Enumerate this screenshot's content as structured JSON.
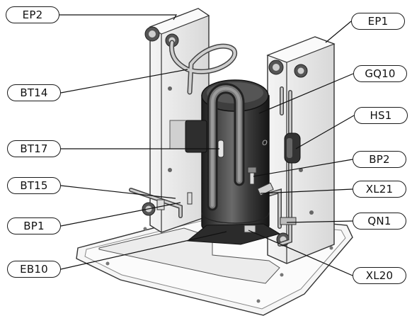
{
  "labels": {
    "ep2": "EP2",
    "ep1": "EP1",
    "bt14": "BT14",
    "gq10": "GQ10",
    "hs1": "HS1",
    "bt17": "BT17",
    "bp2": "BP2",
    "bt15": "BT15",
    "xl21": "XL21",
    "bp1": "BP1",
    "qn1": "QN1",
    "eb10": "EB10",
    "xl20": "XL20"
  }
}
